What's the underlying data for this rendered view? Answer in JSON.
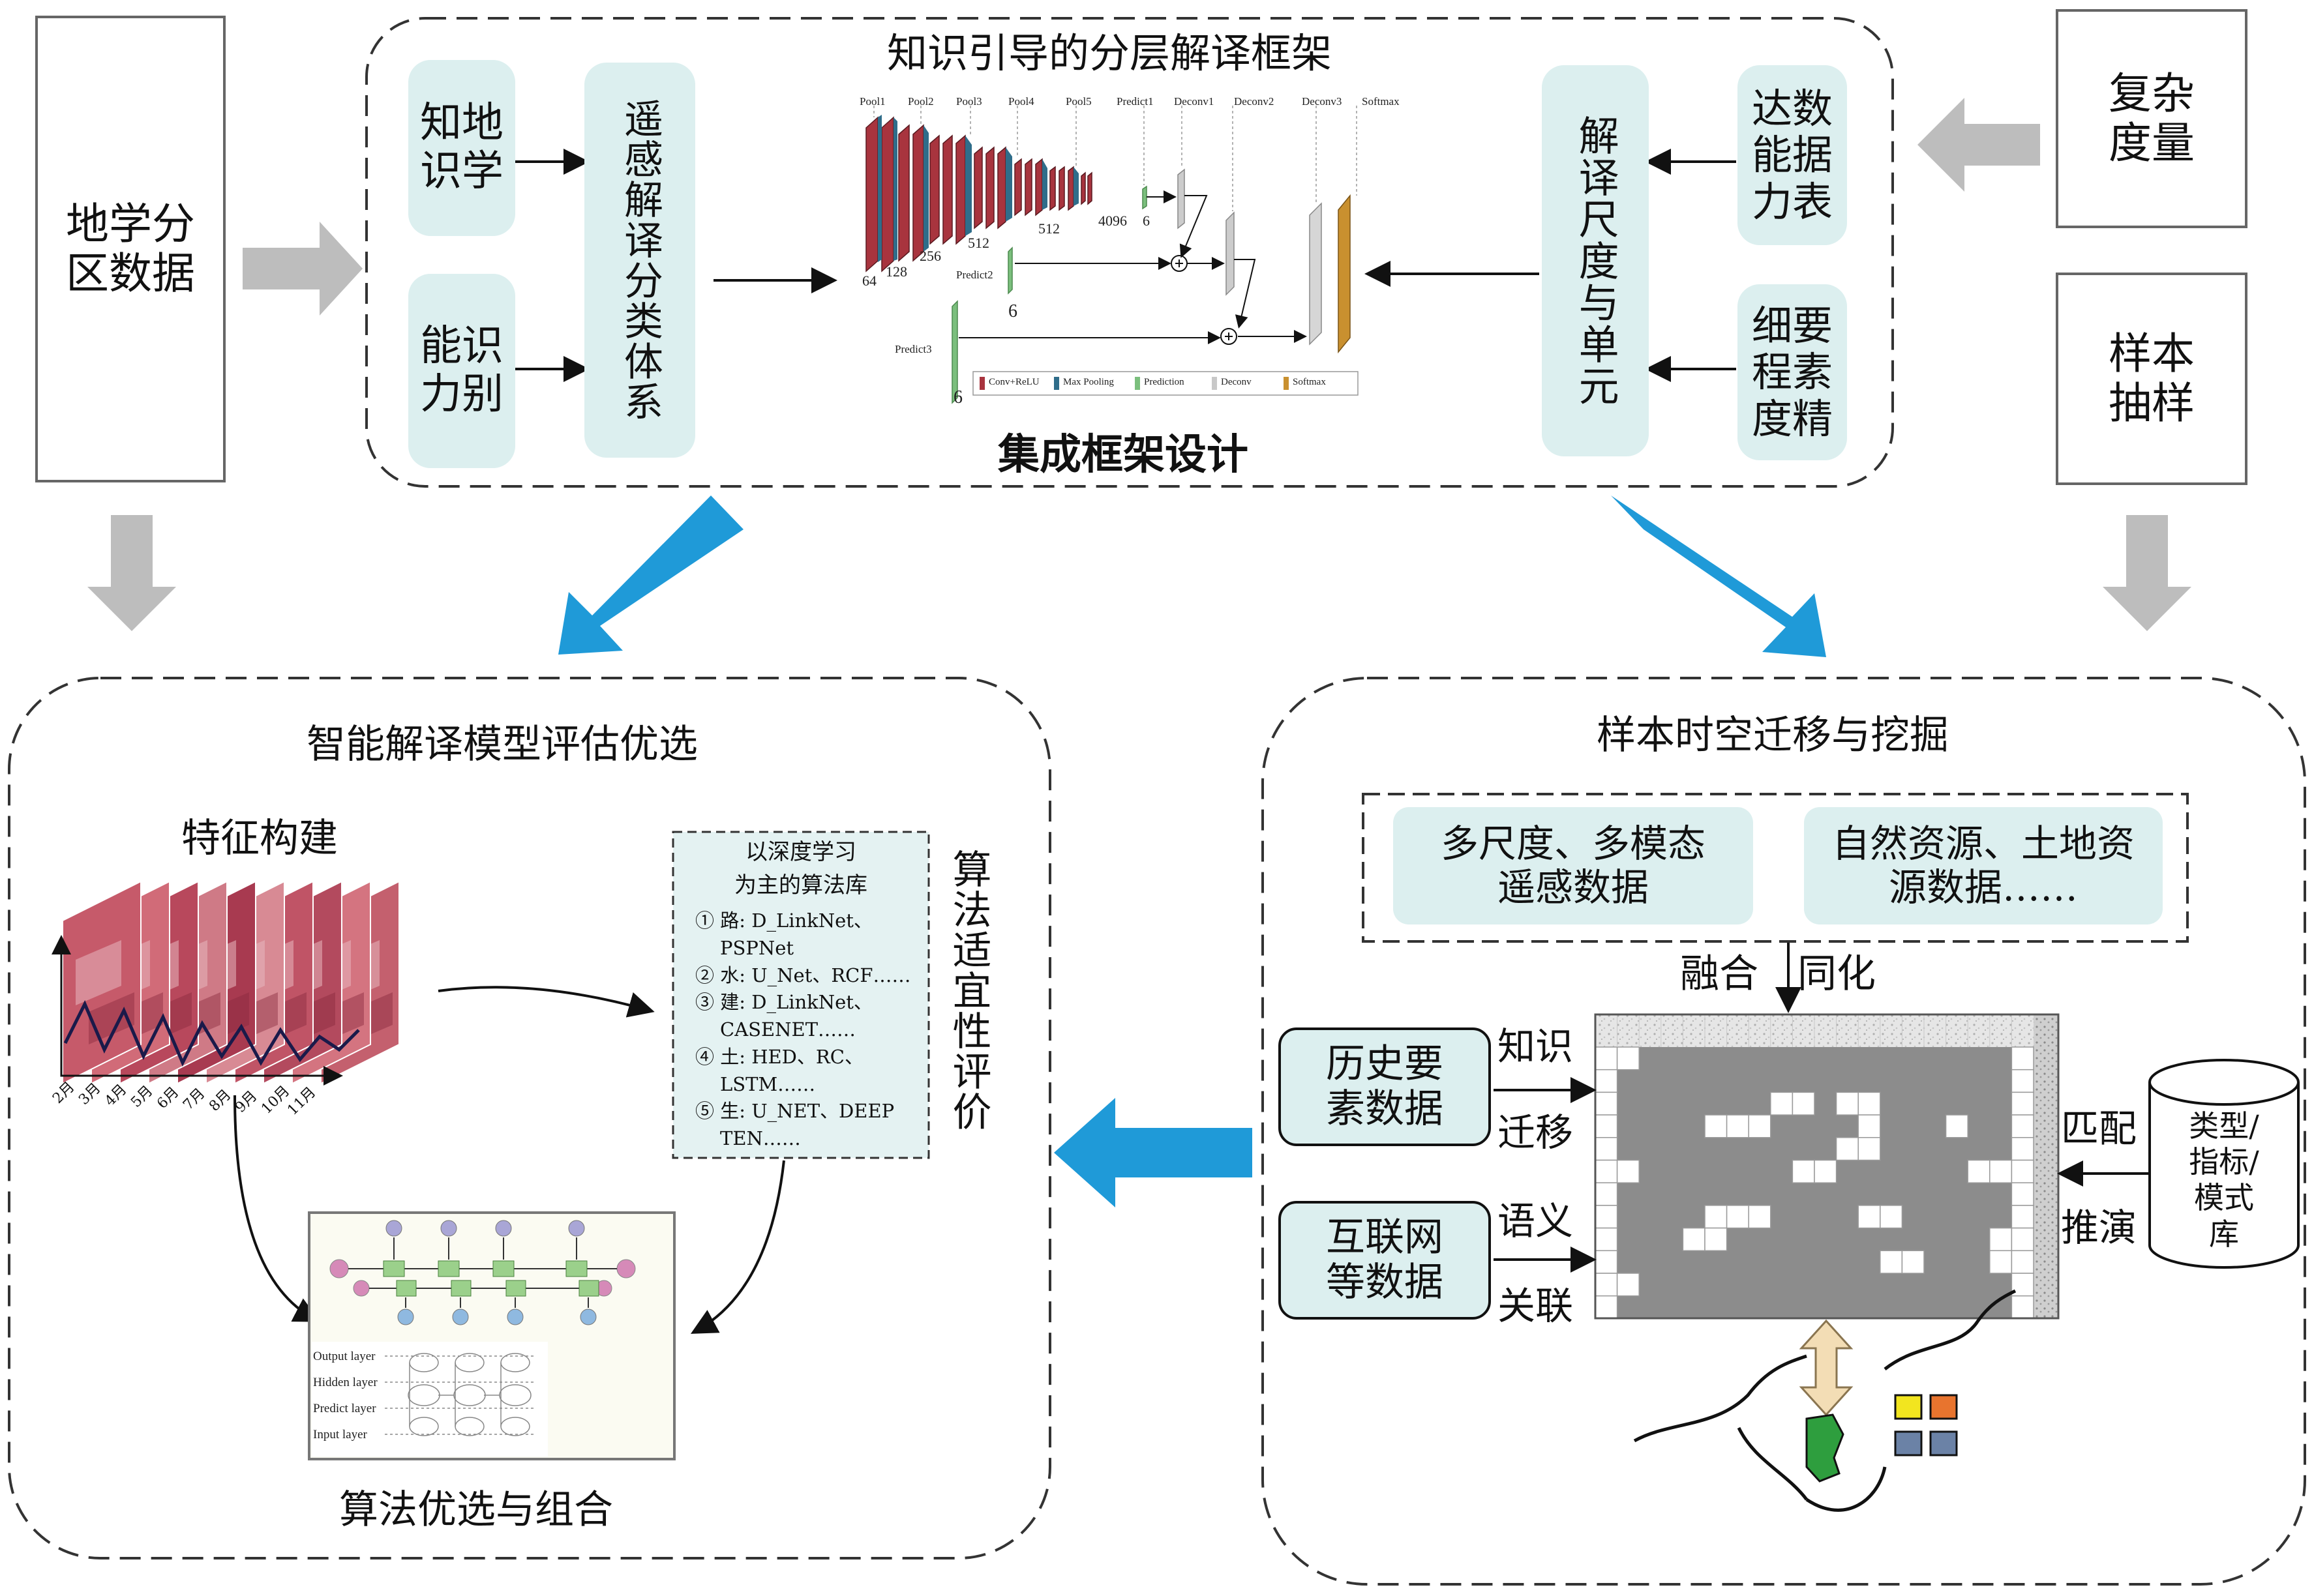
{
  "left_box": {
    "text": "地学分区数据"
  },
  "top_right_boxes": [
    {
      "text": "复杂度量"
    },
    {
      "text": "样本抽样"
    }
  ],
  "top_panel": {
    "title": "知识引导的分层解译框架",
    "subtitle": "集成框架设计",
    "knowledge_box": "知地识学",
    "ability_box": "能识力别",
    "classification_box": "遥感解译分类体系",
    "scale_box": "解译尺度与单元",
    "capability_box": "达数能据力表",
    "fineness_box": "细要程素度精",
    "network": {
      "pool_labels": [
        "Pool1",
        "Pool2",
        "Pool3",
        "Pool4",
        "Pool5",
        "Predict1",
        "Deconv1",
        "Deconv2",
        "Deconv3",
        "Softmax"
      ],
      "sizes": [
        "64",
        "128",
        "256",
        "512",
        "512",
        "4096",
        "6"
      ],
      "predict_labels": [
        "Predict2",
        "Predict3"
      ],
      "predict_sizes": [
        "6",
        "6"
      ],
      "legend": [
        "Conv+ReLU",
        "Max Pooling",
        "Prediction",
        "Deconv",
        "Softmax"
      ],
      "legend_colors": [
        "#a8343e",
        "#2f6d8a",
        "#7bbf7d",
        "#c8c8c8",
        "#c9902f"
      ]
    }
  },
  "bottom_left_panel": {
    "title": "智能解译模型评估优选",
    "feature_title": "特征构建",
    "months": [
      "2月",
      "3月",
      "4月",
      "5月",
      "6月",
      "7月",
      "8月",
      "9月",
      "10月",
      "11月"
    ],
    "algo_lib_title": [
      "以深度学习",
      "为主的算法库"
    ],
    "algo_lib_items": [
      "① 路: D_LinkNet、",
      "PSPNet",
      "② 水: U_Net、RCF……",
      "③ 建: D_LinkNet、",
      "CASENET……",
      "④ 土: HED、RC、",
      "LSTM……",
      "⑤ 生: U_NET、DEEP",
      "TEN……"
    ],
    "suitability": "算法适宜性评价",
    "rnn_layers": [
      "Output layer",
      "Hidden layer",
      "Predict layer",
      "Input layer"
    ],
    "bottom_caption": "算法优选与组合"
  },
  "bottom_right_panel": {
    "title": "样本时空迁移与挖掘",
    "data_box1": "多尺度、多模态遥感数据",
    "data_box2": "自然资源、土地资源数据……",
    "fusion_label": [
      "融合",
      "同化"
    ],
    "history_box": "历史要素数据",
    "internet_box": "互联网等数据",
    "knowledge_transfer": [
      "知识",
      "迁移"
    ],
    "semantic_assoc": [
      "语义",
      "关联"
    ],
    "match_infer": [
      "匹配",
      "推演"
    ],
    "library": [
      "类型/",
      "指标/",
      "模式",
      "库"
    ],
    "swatch_colors": [
      "#f2e51f",
      "#e8742e",
      "#6b82a6",
      "#6b82a6"
    ],
    "patch_color": "#2e9e3e"
  },
  "colors": {
    "gray_arrow": "#bdbdbd",
    "blue_arrow": "#1f9ad8",
    "teal": "#dcefef",
    "grid_dark": "#8c8c8c"
  }
}
